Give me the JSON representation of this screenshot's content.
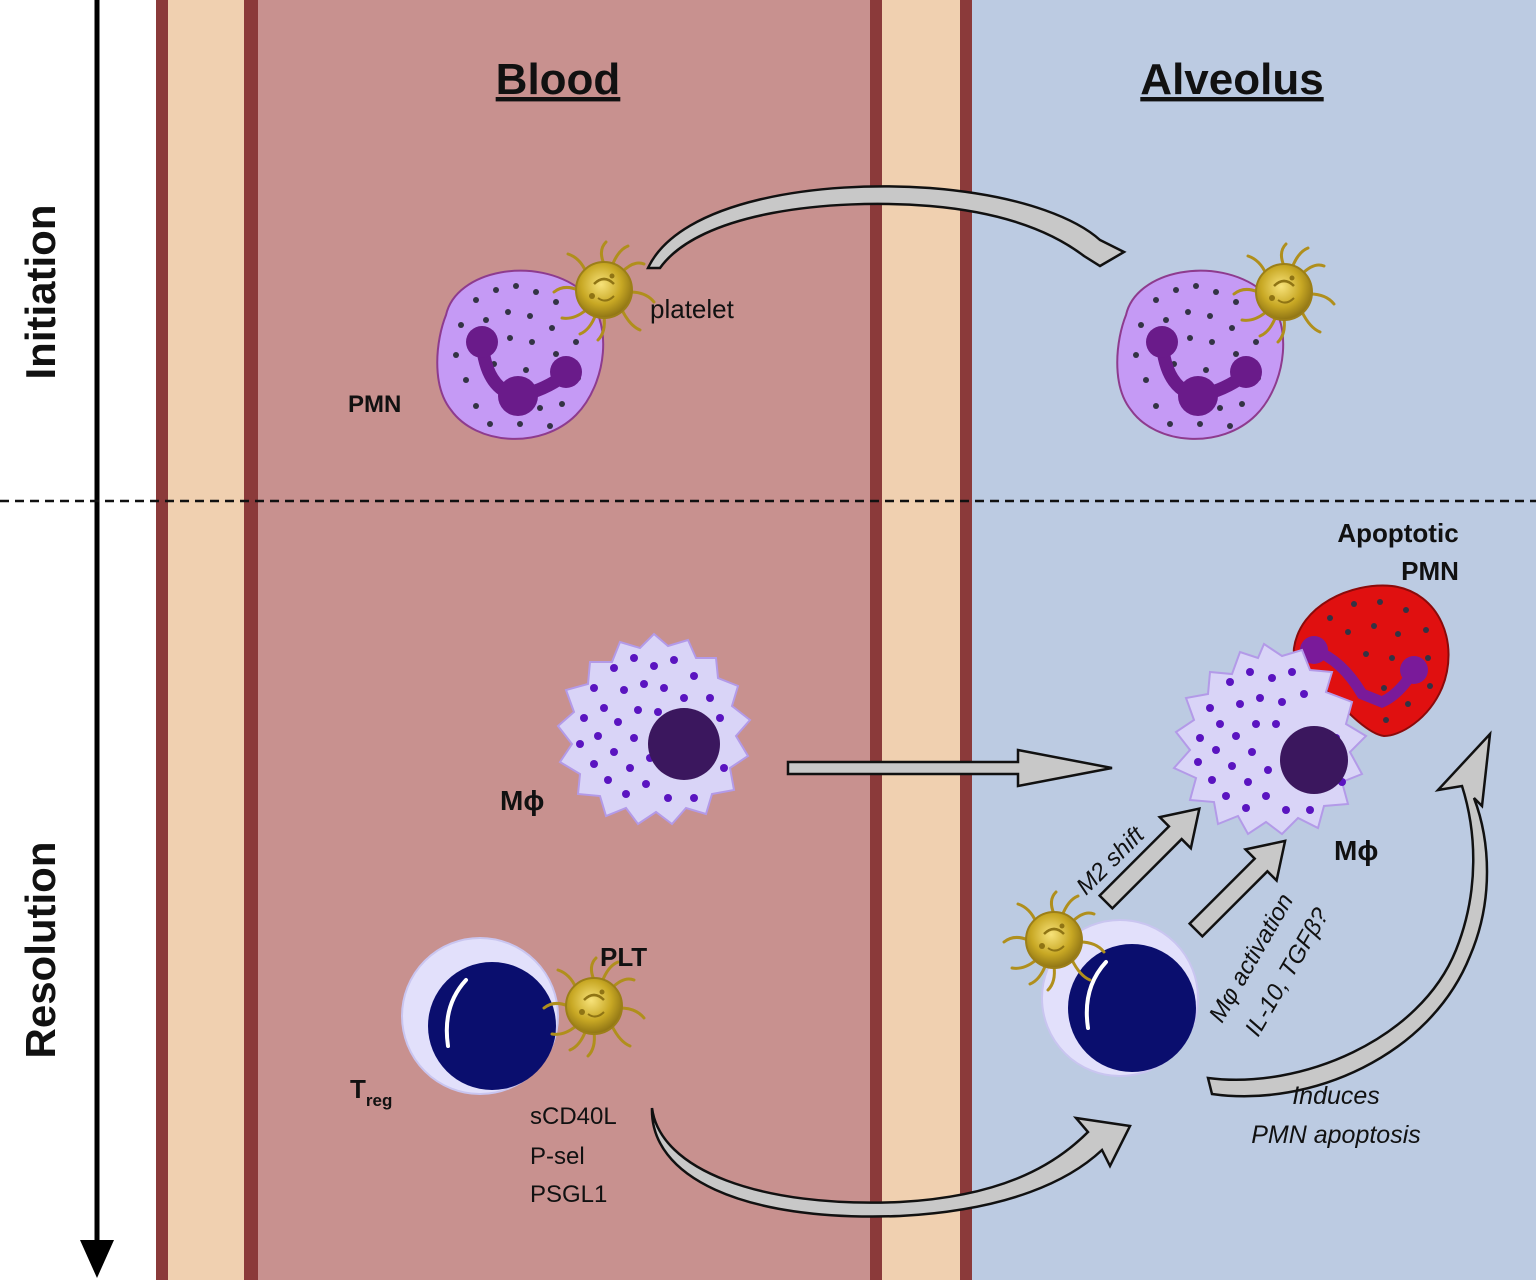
{
  "headers": {
    "blood": "Blood",
    "alveolus": "Alveolus"
  },
  "phases": {
    "initiation": "Initiation",
    "resolution": "Resolution"
  },
  "labels": {
    "platelet": "platelet",
    "pmn": "PMN",
    "mphi_blood": "Mϕ",
    "mphi_alveolus": "Mϕ",
    "plt": "PLT",
    "treg_main": "T",
    "treg_sub": "reg",
    "apoptotic_line1": "Apoptotic",
    "apoptotic_line2": "PMN",
    "mediators": [
      "sCD40L",
      "P-sel",
      "PSGL1"
    ],
    "m2_shift": "M2 shift",
    "activation_line1": "Mφ activation",
    "activation_line2": "IL-10, TGFβ?",
    "induces_line1": "Induces",
    "induces_line2": "PMN apoptosis"
  },
  "colors": {
    "blood": "#c8918f",
    "vessel_wall": "#8b3a3a",
    "interstitium": "#f0d0b0",
    "alveolus": "#bccbe2",
    "pmn_body": "#c59af5",
    "pmn_nucleus": "#6a1b8a",
    "platelet": "#c8a824",
    "macrophage": "#d9d4f7",
    "macrophage_nucleus": "#3b175e",
    "treg_nucleus": "#0a0e6e",
    "apoptotic_pmn": "#e01010",
    "arrow_fill": "#c8c8c8"
  }
}
